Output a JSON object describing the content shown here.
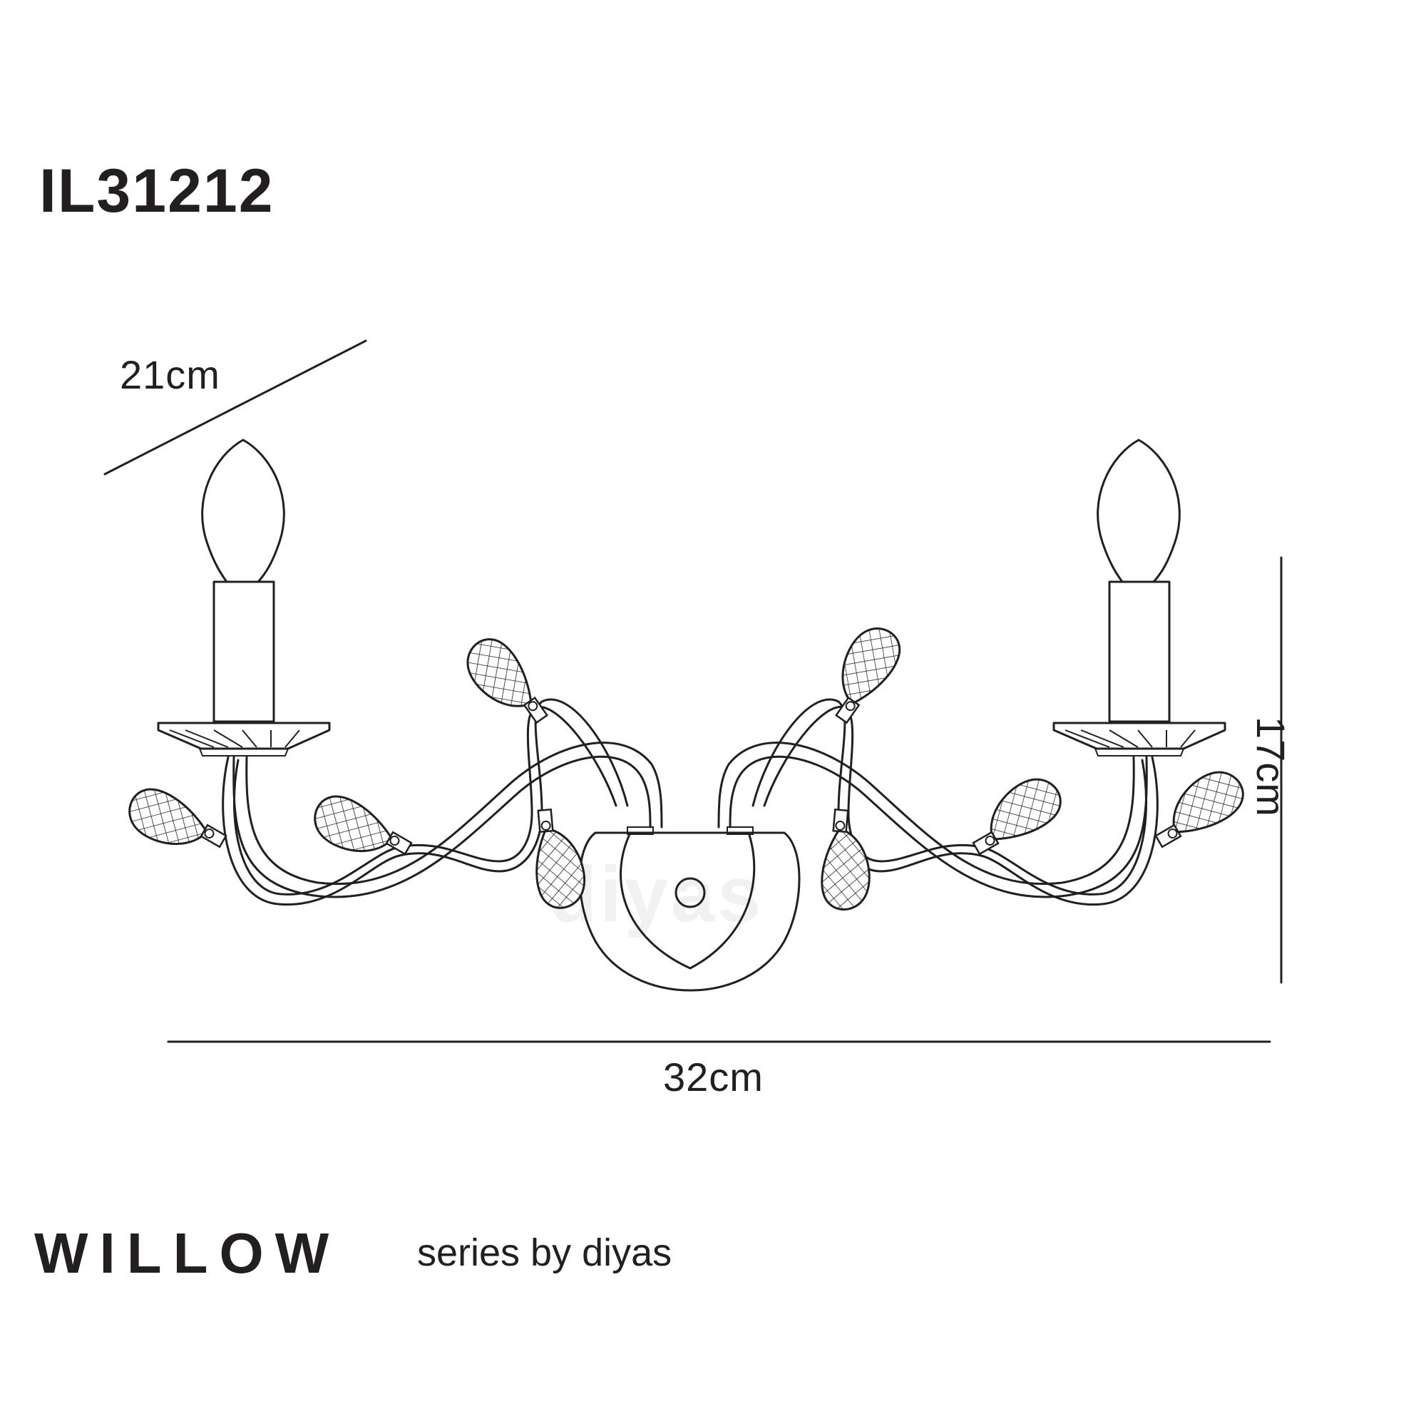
{
  "product": {
    "code": "IL31212",
    "series_name": "WILLOW",
    "series_subtitle": "series by diyas",
    "watermark": "diyas"
  },
  "dimensions": {
    "depth": "21cm",
    "height": "17cm",
    "width": "32cm"
  },
  "icons": {
    "fixture": "wall-light-two-arm-icon",
    "crystal": "crystal-drop-icon",
    "bulb": "candle-bulb-icon"
  }
}
